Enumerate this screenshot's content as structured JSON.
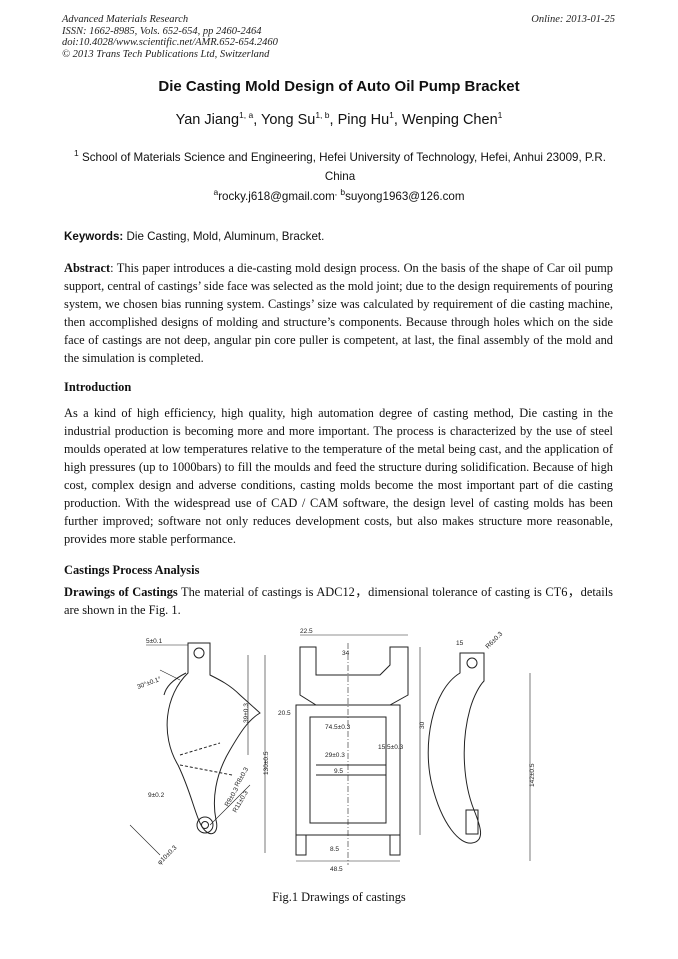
{
  "header": {
    "journal": "Advanced Materials Research",
    "issn": "ISSN: 1662-8985, Vols. 652-654, pp 2460-2464",
    "doi": "doi:10.4028/www.scientific.net/AMR.652-654.2460",
    "copyright": "© 2013 Trans Tech Publications Ltd, Switzerland",
    "online": "Online: 2013-01-25"
  },
  "title": "Die Casting Mold Design of Auto Oil Pump Bracket",
  "authors": [
    {
      "name": "Yan Jiang",
      "sup": "1, a"
    },
    {
      "name": "Yong Su",
      "sup": "1, b"
    },
    {
      "name": "Ping Hu",
      "sup": "1"
    },
    {
      "name": "Wenping Chen",
      "sup": "1"
    }
  ],
  "affiliation": {
    "sup": "1",
    "text": "School of Materials Science and Engineering, Hefei University of Technology, Hefei, Anhui 23009, P.R. China"
  },
  "emails": {
    "a_sup": "a",
    "a": "rocky.j618@gmail.com",
    "sep": ",",
    "b_sup": "b",
    "b": "suyong1963@126.com"
  },
  "keywords": {
    "label": "Keywords:",
    "text": "Die Casting, Mold, Aluminum, Bracket."
  },
  "abstract": {
    "label": "Abstract",
    "text": ": This paper introduces a die-casting mold design process. On the basis of the shape of Car oil pump support, central of castings’ side face was selected as the mold joint; due to the design requirements of pouring system, we chosen bias running system. Castings’ size was calculated by requirement of die casting machine, then accomplished designs of molding and structure’s components. Because through holes which on the side face of castings are not deep, angular pin core puller is competent, at last, the final assembly of the mold and the simulation is completed."
  },
  "introduction": {
    "heading": "Introduction",
    "text": "As a kind of high efficiency, high quality, high automation degree of casting method, Die casting in the industrial production is becoming more and more important. The process is characterized by the use of steel moulds operated at low temperatures relative to the temperature of the metal being cast, and the application of high pressures (up to 1000bars) to fill the moulds and feed the structure during solidification. Because of high cost, complex design and adverse conditions, casting molds become the most important part of die casting production. With the widespread use of CAD / CAM software, the design level of casting molds has been further improved; software not only reduces development costs, but also makes structure more reasonable, provides more stable performance."
  },
  "process": {
    "heading": "Castings Process Analysis",
    "sub_label": "Drawings of Castings",
    "text": " The material of castings is ADC12，dimensional tolerance of casting is CT6，details are shown in the Fig. 1."
  },
  "figure": {
    "caption": "Fig.1 Drawings of castings",
    "dims": {
      "d1": "5±0.1",
      "d2": "30°±0.1°",
      "d3": "39±0.3",
      "d4": "130±0.5",
      "d5": "9±0.2",
      "d6": "R8±0.3",
      "d7": "R9±0.3",
      "d8": "R11±0.3",
      "d9": "φ10±0.3",
      "m1": "22.5",
      "m2": "34",
      "m3": "20.5",
      "m4": "74.5±0.3",
      "m5": "29±0.3",
      "m6": "9.5",
      "m7": "15.5±0.3",
      "m8": "8.5",
      "m9": "48.5",
      "m10": "30",
      "r1": "15",
      "r2": "142±0.5",
      "r3": "R6±0.3"
    }
  }
}
